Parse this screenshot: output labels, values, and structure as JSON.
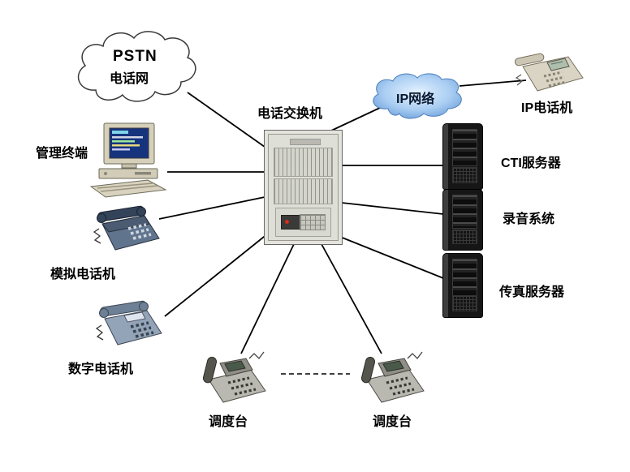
{
  "diagram": {
    "type": "network-topology",
    "nodes": {
      "pstn_cloud": {
        "title": "PSTN",
        "subtitle": "电话网"
      },
      "ip_cloud": {
        "label": "IP网络"
      },
      "pbx": {
        "label": "电话交换机"
      },
      "management_terminal": {
        "label": "管理终端"
      },
      "analog_phone": {
        "label": "模拟电话机"
      },
      "digital_phone": {
        "label": "数字电话机"
      },
      "ip_phone": {
        "label": "IP电话机"
      },
      "cti_server": {
        "label": "CTI服务器"
      },
      "recording_system": {
        "label": "录音系统"
      },
      "fax_server": {
        "label": "传真服务器"
      },
      "dispatch_console_left": {
        "label": "调度台"
      },
      "dispatch_console_right": {
        "label": "调度台"
      }
    },
    "connections": [
      {
        "from": "pstn_cloud",
        "to": "pbx",
        "style": "solid"
      },
      {
        "from": "management_terminal",
        "to": "pbx",
        "style": "solid"
      },
      {
        "from": "analog_phone",
        "to": "pbx",
        "style": "solid"
      },
      {
        "from": "digital_phone",
        "to": "pbx",
        "style": "solid"
      },
      {
        "from": "pbx",
        "to": "ip_cloud",
        "style": "solid"
      },
      {
        "from": "ip_cloud",
        "to": "ip_phone",
        "style": "solid"
      },
      {
        "from": "pbx",
        "to": "cti_server",
        "style": "solid"
      },
      {
        "from": "pbx",
        "to": "recording_system",
        "style": "solid"
      },
      {
        "from": "pbx",
        "to": "fax_server",
        "style": "solid"
      },
      {
        "from": "pbx",
        "to": "dispatch_console_left",
        "style": "solid"
      },
      {
        "from": "pbx",
        "to": "dispatch_console_right",
        "style": "solid"
      },
      {
        "from": "dispatch_console_left",
        "to": "dispatch_console_right",
        "style": "dashed"
      }
    ],
    "colors": {
      "background": "#ffffff",
      "line": "#000000",
      "pstn_cloud_fill": "#ffffff",
      "ip_cloud_fill": "#7fb2e8",
      "cabinet_fill": "#e4e4dc",
      "server_fill": "#161616"
    }
  }
}
